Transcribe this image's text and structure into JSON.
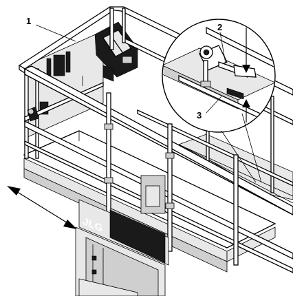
{
  "callouts": {
    "c1": "1",
    "c2": "2",
    "c3": "3"
  },
  "logo": "JLG",
  "colors": {
    "ink": "#000000",
    "paper": "#ffffff",
    "shade": "#cfcfcf",
    "dark": "#1a1a1a"
  }
}
